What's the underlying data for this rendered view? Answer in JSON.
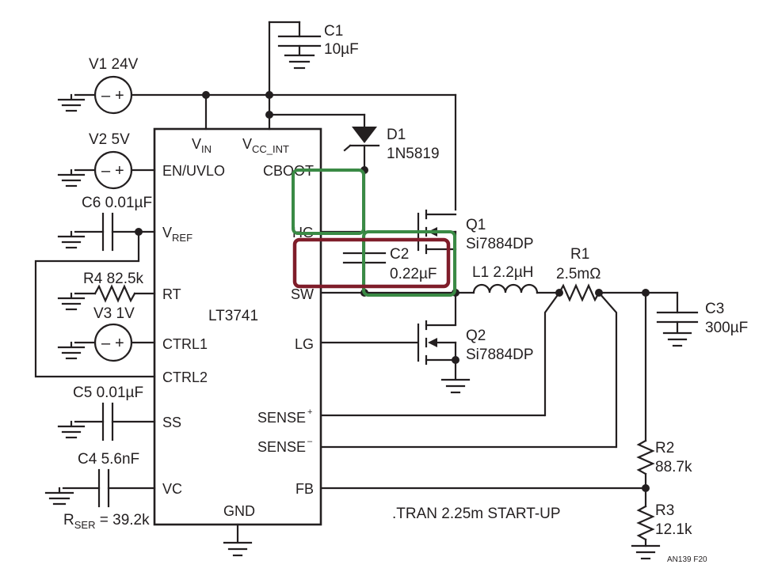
{
  "ic": {
    "name": "LT3741",
    "pins_left": {
      "en": "EN/UVLO",
      "rt": "RT",
      "ctrl1": "CTRL1",
      "ctrl2": "CTRL2",
      "ss": "SS",
      "vc": "VC"
    },
    "vref_main": "V",
    "vref_sub": "REF",
    "vin_main": "V",
    "vin_sub": "IN",
    "vccint_main": "V",
    "vccint_sub": "CC_INT",
    "pins_right": {
      "cboot": "CBOOT",
      "hg": "HG",
      "sw": "SW",
      "lg": "LG",
      "sense_plus": "SENSE",
      "sense_minus": "SENSE",
      "fb": "FB"
    },
    "sense_plus_sup": "+",
    "sense_minus_sup": "–",
    "gnd": "GND"
  },
  "components": {
    "v1": "V1 24V",
    "v2": "V2 5V",
    "v3": "V3 1V",
    "c1_name": "C1",
    "c1_value": "10µF",
    "c2_name": "C2",
    "c2_value": "0.22µF",
    "c3_name": "C3",
    "c3_value": "300µF",
    "c4": "C4 5.6nF",
    "c5": "C5 0.01µF",
    "c6": "C6 0.01µF",
    "d1_name": "D1",
    "d1_value": "1N5819",
    "q1_name": "Q1",
    "q1_value": "Si7884DP",
    "q2_name": "Q2",
    "q2_value": "Si7884DP",
    "l1": "L1 2.2µH",
    "r1_name": "R1",
    "r1_value": "2.5mΩ",
    "r2_name": "R2",
    "r2_value": "88.7k",
    "r3_name": "R3",
    "r3_value": "12.1k",
    "r4": "R4 82.5k",
    "rser_main": "R",
    "rser_sub": "SER",
    "rser_value": " = 39.2k"
  },
  "source_minus": "–",
  "source_plus": "+",
  "sim_directive": ".TRAN 2.25m START-UP",
  "figure_id": "AN139 F20",
  "highlight_colors": {
    "green_loop": "#3a8a45",
    "red_box": "#7f1d2a"
  }
}
